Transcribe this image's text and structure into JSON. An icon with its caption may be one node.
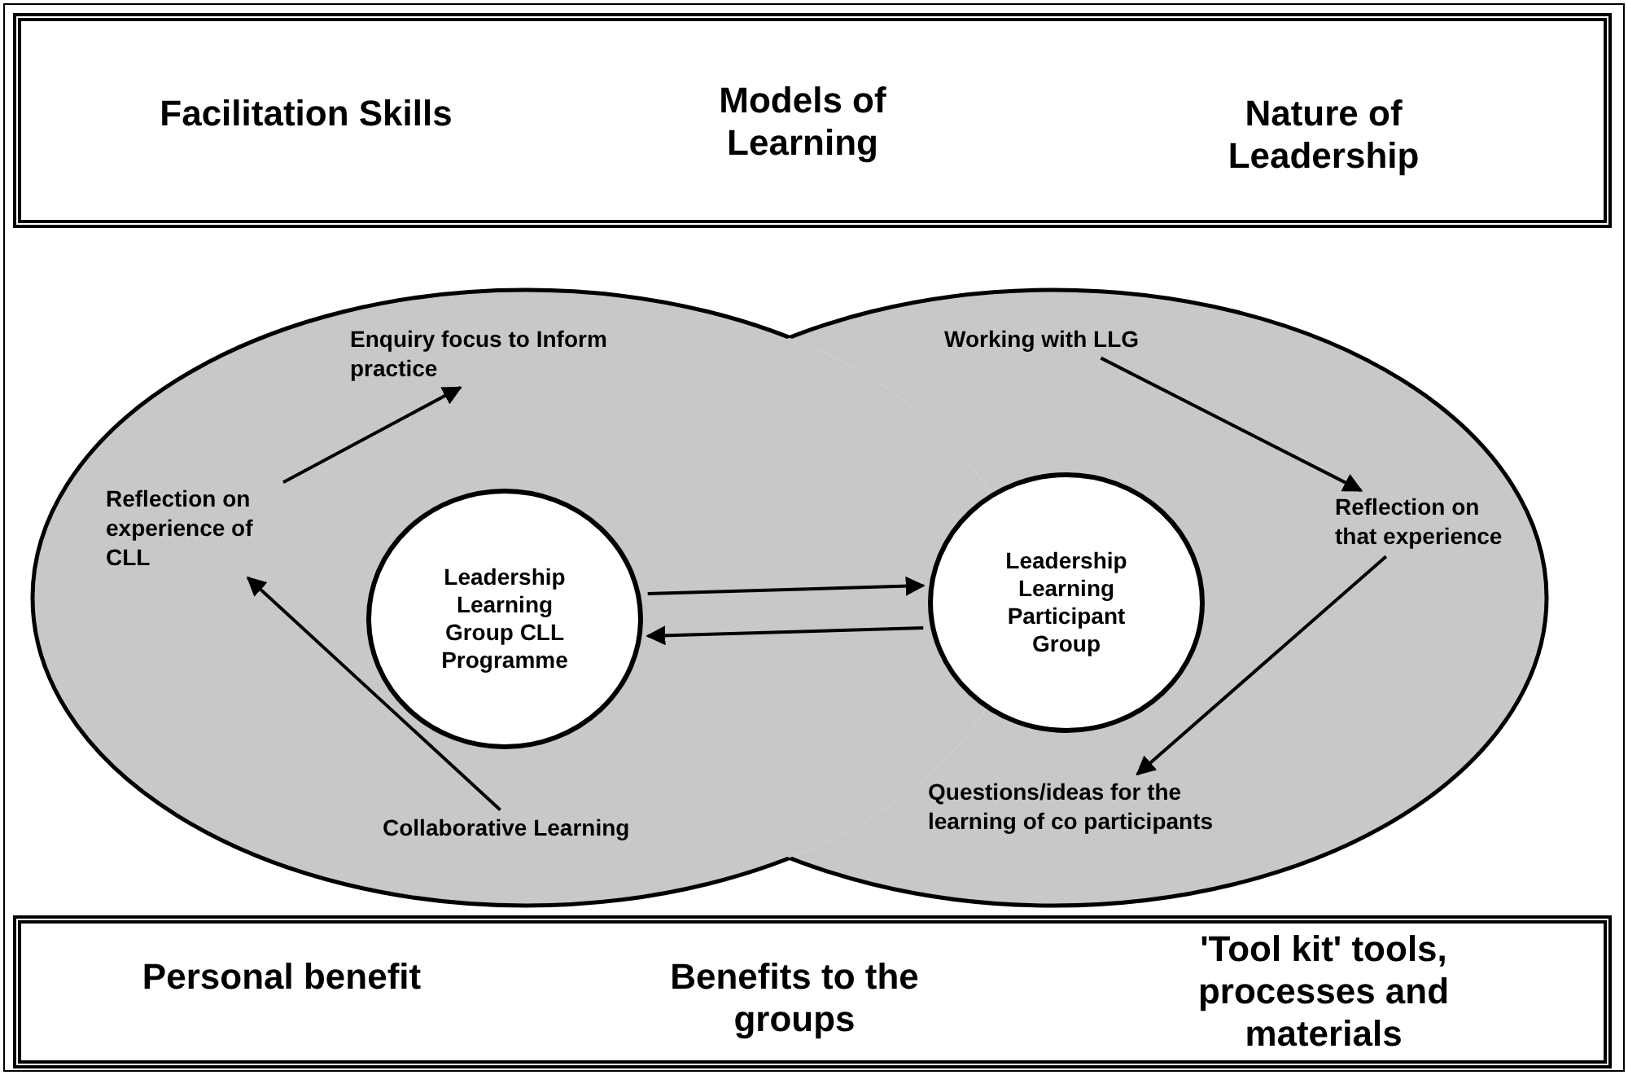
{
  "diagram": {
    "nodes": [
      {
        "text": [
          "Facilitation Skills",
          "Models of Learning",
          "Nature of Leadership"
        ]
      },
      {
        "text": [],
        "shape": "ellipse"
      },
      {
        "text": [
          "Enquiry focus to Inform practice"
        ],
        "in": 1
      },
      {
        "text": [
          "Leadership Learning Group CLL Programme"
        ],
        "in": 1
      },
      {
        "text": [
          "Reflection on experience of CLL"
        ],
        "in": 1
      },
      {
        "text": [
          "Collaborative Learning"
        ],
        "in": 1
      },
      {
        "text": [],
        "shape": "ellipse"
      },
      {
        "text": [
          "Working with LLG"
        ],
        "in": 6
      },
      {
        "text": [
          "Leadership Learning Participant Group"
        ],
        "in": 6
      },
      {
        "text": [
          "Reflection on that experience"
        ],
        "in": 6
      },
      {
        "text": [
          "Questions/ideas for the learning of co participants"
        ],
        "in": 6
      },
      {
        "text": [
          "Personal benefit",
          "Benefits to the groups",
          "'Tool kit' tools, processes and materials"
        ]
      }
    ],
    "edges": [
      {
        "from": 4,
        "to": 2,
        "arrow": "to"
      },
      {
        "from": 5,
        "to": 4,
        "arrow": "to"
      },
      {
        "from": 7,
        "to": 9,
        "arrow": "to"
      },
      {
        "from": 9,
        "to": 10,
        "arrow": "to"
      },
      {
        "from": 3,
        "to": 8,
        "arrow": "to"
      },
      {
        "from": 8,
        "to": 3,
        "arrow": "to"
      }
    ]
  }
}
